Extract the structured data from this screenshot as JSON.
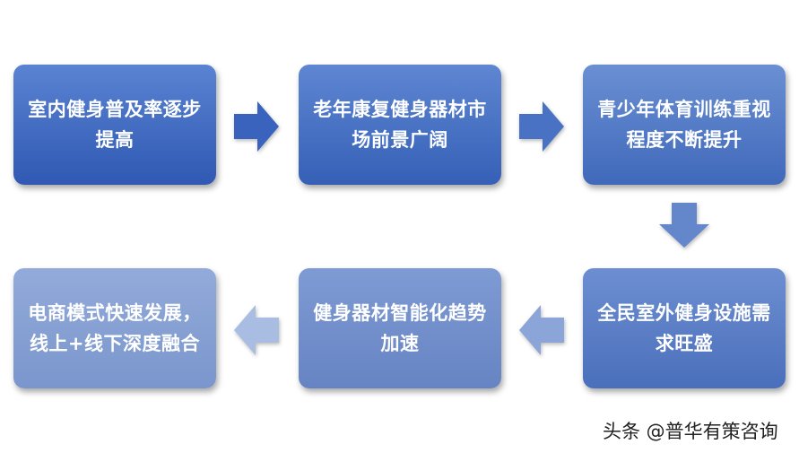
{
  "steps": [
    {
      "line1": "室内健身普及率逐步",
      "line2": "提高"
    },
    {
      "line1": "老年康复健身器材市",
      "line2": "场前景广阔"
    },
    {
      "line1": "青少年体育训练重视",
      "line2": "程度不断提升"
    },
    {
      "line1": "全民室外健身设施需",
      "line2": "求旺盛"
    },
    {
      "line1": "健身器材智能化趋势",
      "line2": "加速"
    },
    {
      "line1": "电商模式快速发展，",
      "line2": "线上+线下深度融合"
    }
  ],
  "watermark": "头条 @普华有策咨询",
  "colors": {
    "arrow_1": "#3a63be",
    "arrow_2": "#4a72c4",
    "arrow_3": "#6487cc",
    "arrow_4": "#8ca5d8",
    "arrow_5": "#a9bde3"
  },
  "icons": {
    "arrow_1": "arrow-right-icon",
    "arrow_2": "arrow-right-icon",
    "arrow_3": "arrow-down-icon",
    "arrow_4": "arrow-left-icon",
    "arrow_5": "arrow-left-icon"
  }
}
